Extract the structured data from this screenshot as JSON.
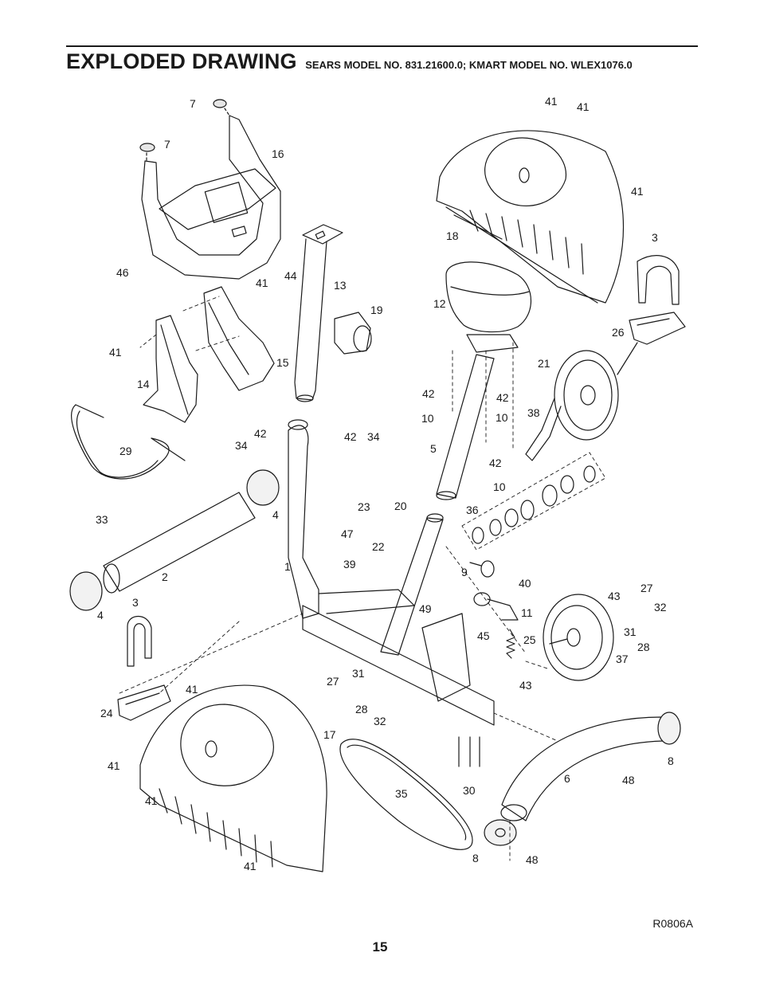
{
  "header": {
    "title": "EXPLODED DRAWING",
    "subtitle": "SEARS MODEL NO. 831.21600.0; KMART MODEL NO. WLEX1076.0"
  },
  "callouts": [
    "7",
    "7",
    "16",
    "41",
    "41",
    "41",
    "18",
    "3",
    "46",
    "41",
    "44",
    "13",
    "19",
    "12",
    "41",
    "15",
    "14",
    "42",
    "42",
    "10",
    "10",
    "26",
    "21",
    "38",
    "29",
    "42",
    "34",
    "42",
    "34",
    "5",
    "42",
    "10",
    "23",
    "20",
    "36",
    "33",
    "4",
    "47",
    "22",
    "9",
    "39",
    "1",
    "2",
    "40",
    "3",
    "4",
    "43",
    "27",
    "32",
    "49",
    "11",
    "31",
    "45",
    "25",
    "28",
    "37",
    "43",
    "27",
    "31",
    "41",
    "28",
    "24",
    "32",
    "17",
    "41",
    "30",
    "6",
    "48",
    "8",
    "35",
    "41",
    "8",
    "48",
    "41"
  ],
  "footer": {
    "reference": "R0806A",
    "page_number": "15"
  }
}
